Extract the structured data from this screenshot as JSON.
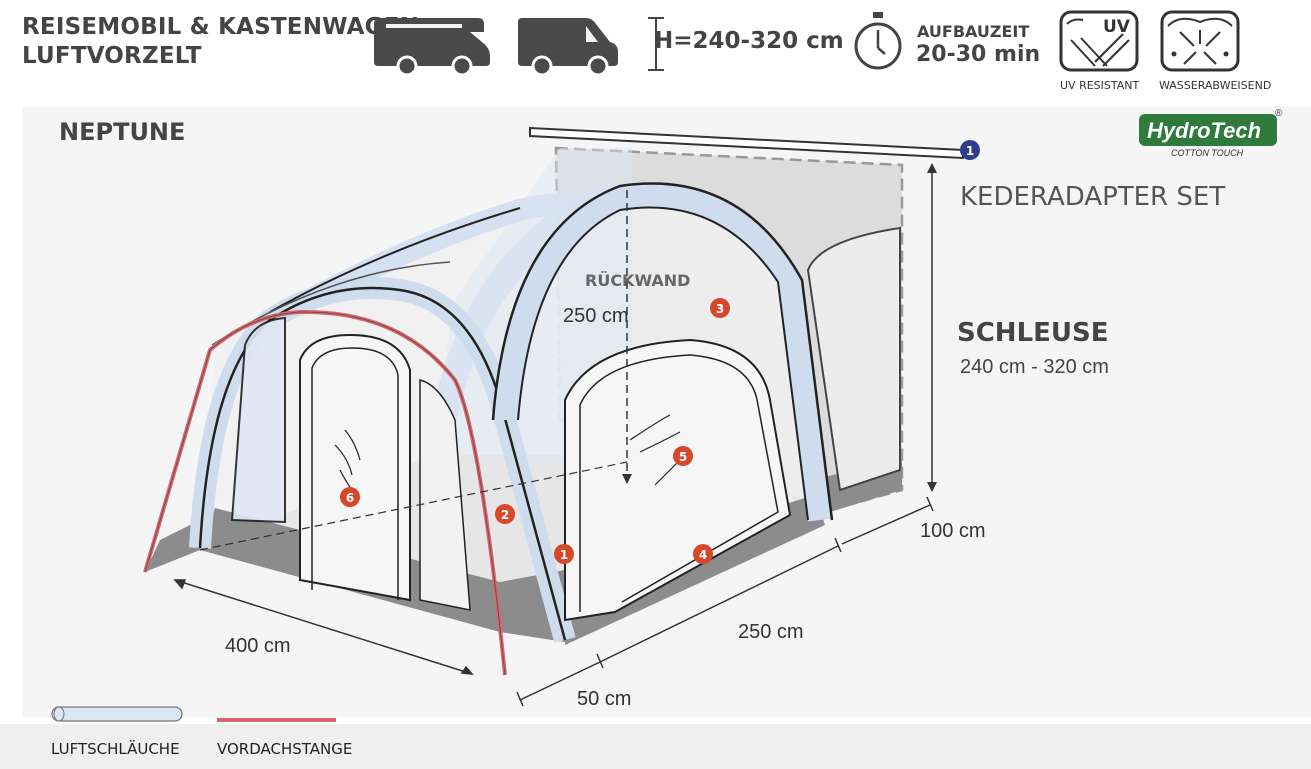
{
  "header": {
    "title_line1": "REISEMOBIL & KASTENWAGEN",
    "title_line2": "LUFTVORZELT",
    "height_spec": "H=240-320 cm",
    "setup_label": "AUFBAUZEIT",
    "setup_time": "20-30 min",
    "badge_uv_label": "UV RESISTANT",
    "badge_water_label": "WASSERABWEISEND",
    "uv_mark": "UV",
    "icons": [
      "motorhome-icon",
      "van-icon",
      "height-icon",
      "stopwatch-icon",
      "uv-icon",
      "water-repellent-icon"
    ]
  },
  "diagram": {
    "model": "NEPTUNE",
    "logo_main": "HydroTech",
    "logo_sub": "COTTON TOUCH",
    "logo_reg": "®",
    "rear_wall": "RÜCKWAND",
    "adapter_label": "KEDERADAPTER SET",
    "adapter_marker": "1",
    "lock_label": "SCHLEUSE",
    "lock_range": "240 cm - 320 cm",
    "dimensions": {
      "height": "250 cm",
      "length": "400 cm",
      "depth": "250 cm",
      "canopy": "50 cm",
      "lock_depth": "100 cm"
    },
    "markers": [
      "1",
      "2",
      "3",
      "4",
      "5",
      "6"
    ],
    "colors": {
      "marker": "#d9472b",
      "adapter_marker": "#2f3d8f",
      "canopy_pole": "#d9666d",
      "air_tube": "#cfdcee",
      "skirt": "#8c8c8c"
    }
  },
  "legend": {
    "air_tubes": "LUFTSCHLÄUCHE",
    "canopy_pole": "VORDACHSTANGE"
  }
}
